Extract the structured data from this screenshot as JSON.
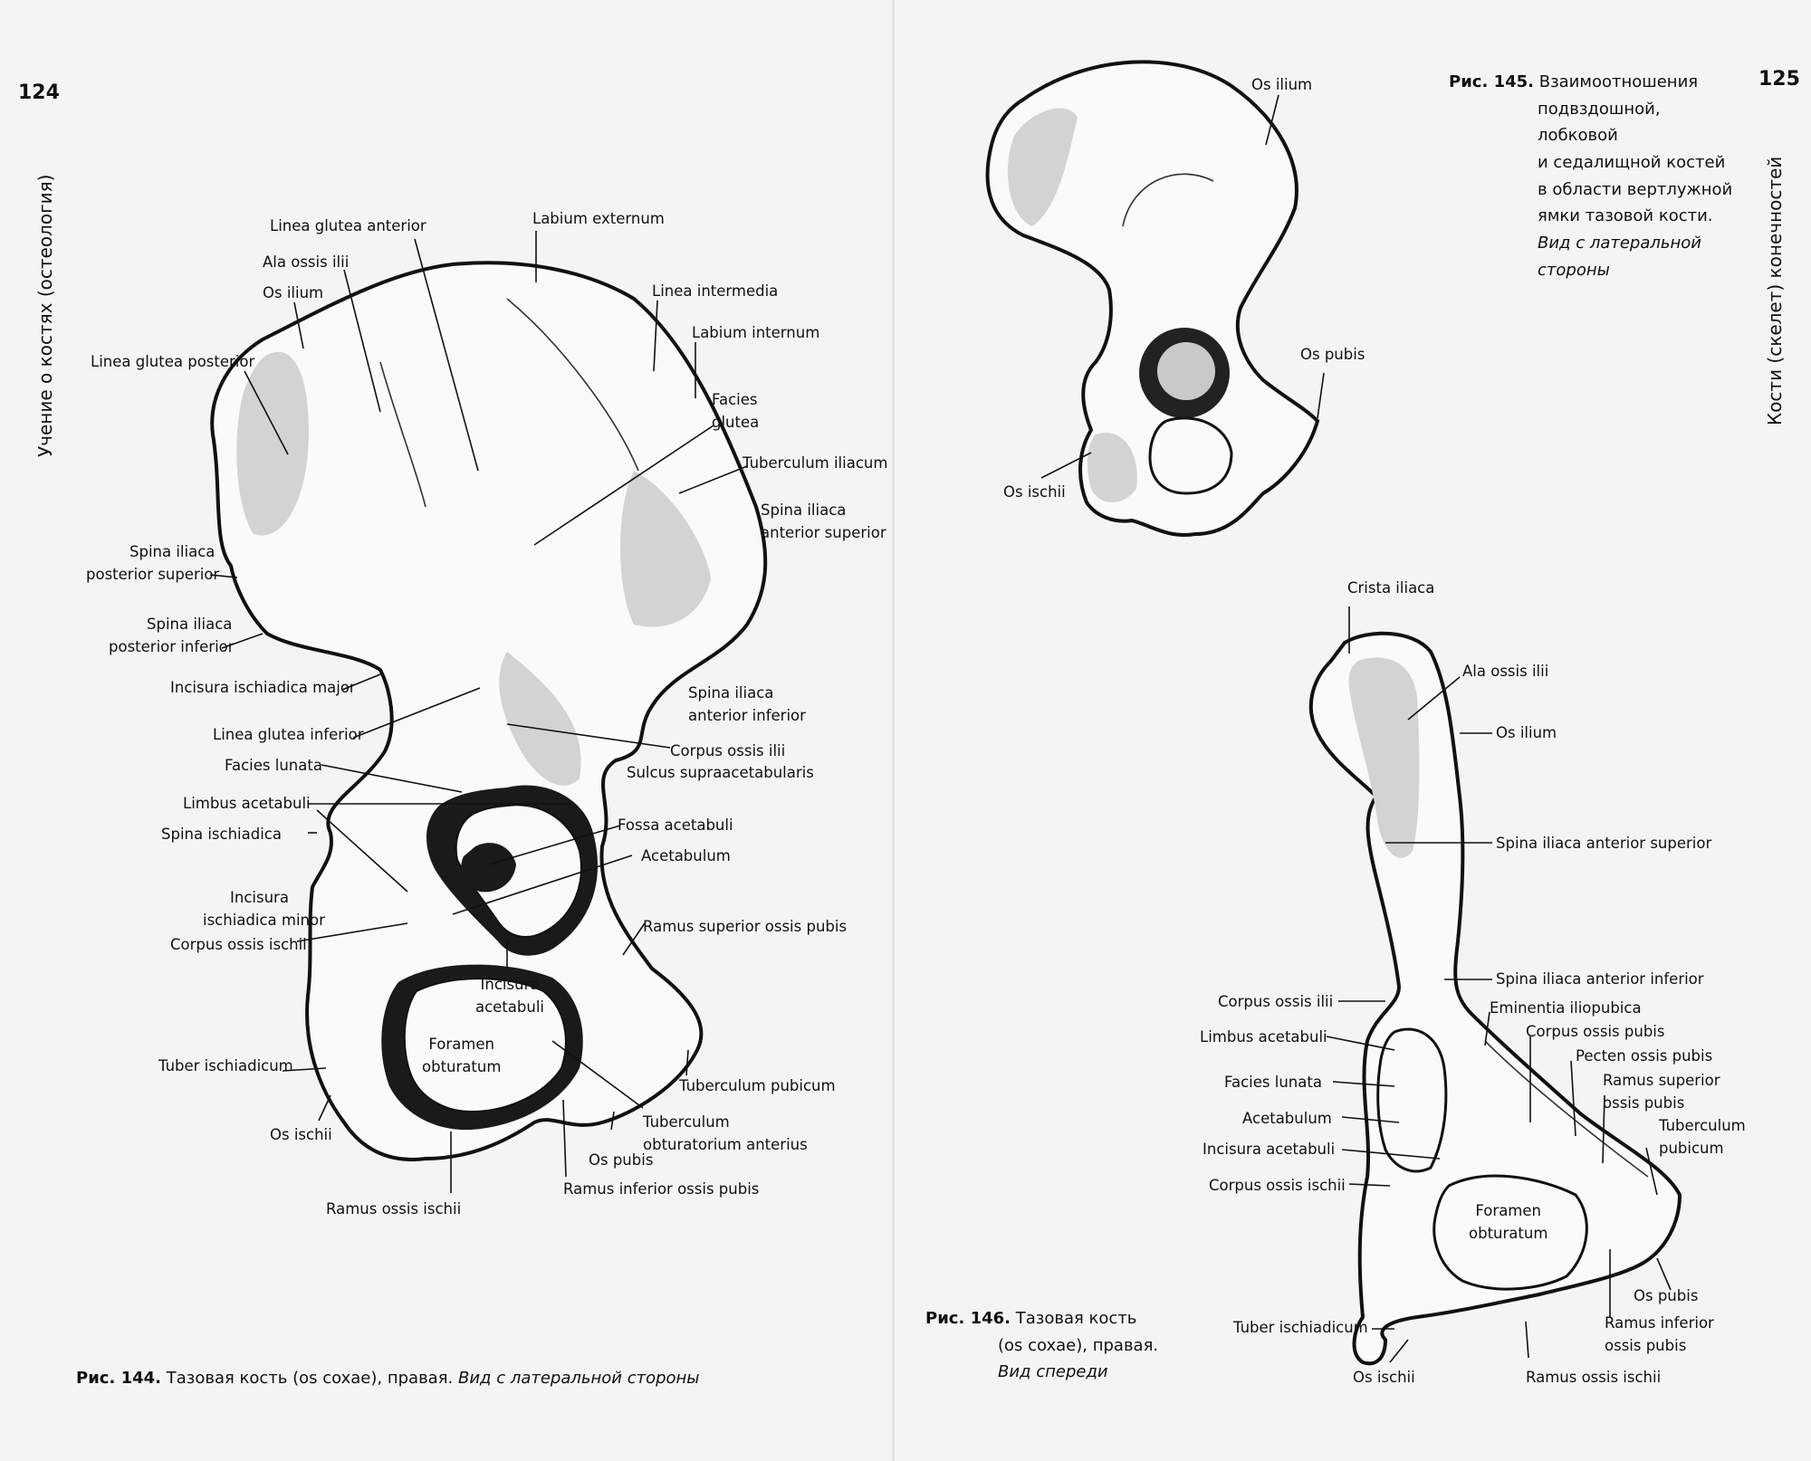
{
  "pages": {
    "left_number": "124",
    "right_number": "125",
    "left_running_head": "Учение о костях (остеология)",
    "right_running_head": "Кости (скелет) конечностей"
  },
  "fig144": {
    "caption_number": "Рис. 144.",
    "caption_text": "Тазовая кость (os coxae), правая.",
    "caption_view": "Вид с латеральной стороны",
    "labels": [
      "Linea glutea anterior",
      "Labium externum",
      "Ala ossis ilii",
      "Os ilium",
      "Linea intermedia",
      "Labium internum",
      "Linea glutea posterior",
      "Facies",
      "glutea",
      "Tuberculum iliacum",
      "Spina iliaca",
      "anterior superior",
      "Spina iliaca",
      "posterior superior",
      "Spina iliaca",
      "posterior inferior",
      "Incisura ischiadica major",
      "Spina iliaca",
      "anterior inferior",
      "Linea glutea inferior",
      "Corpus ossis ilii",
      "Facies lunata",
      "Sulcus supraacetabularis",
      "Limbus acetabuli",
      "Fossa acetabuli",
      "Spina ischiadica",
      "Acetabulum",
      "Incisura",
      "ischiadica minor",
      "Ramus superior ossis pubis",
      "Corpus ossis ischii",
      "Incisura",
      "acetabuli",
      "Foramen",
      "obturatum",
      "Tuber ischiadicum",
      "Tuberculum pubicum",
      "Tuberculum",
      "obturatorium anterius",
      "Os ischii",
      "Os pubis",
      "Ramus inferior ossis pubis",
      "Ramus ossis ischii"
    ]
  },
  "fig145": {
    "caption_number": "Рис. 145.",
    "caption_lines": [
      "Взаимоотношения",
      "подвздошной,",
      "лобковой",
      "и седалищной костей",
      "в области вертлужной",
      "ямки тазовой кости."
    ],
    "caption_view_lines": [
      "Вид с латеральной",
      "стороны"
    ],
    "labels": [
      "Os ilium",
      "Os pubis",
      "Os ischii"
    ]
  },
  "fig146": {
    "caption_number": "Рис. 146.",
    "caption_text_1": "Тазовая кость",
    "caption_text_2": "(os coxae), правая.",
    "caption_view": "Вид спереди",
    "labels": [
      "Crista iliaca",
      "Ala ossis ilii",
      "Os ilium",
      "Spina iliaca anterior superior",
      "Spina iliaca anterior inferior",
      "Corpus ossis ilii",
      "Eminentia iliopubica",
      "Limbus acetabuli",
      "Corpus ossis pubis",
      "Pecten ossis pubis",
      "Ramus superior",
      "ossis pubis",
      "Facies lunata",
      "Tuberculum",
      "pubicum",
      "Acetabulum",
      "Incisura acetabuli",
      "Corpus ossis ischii",
      "Foramen",
      "obturatum",
      "Os pubis",
      "Ramus inferior",
      "ossis pubis",
      "Tuber ischiadicum",
      "Os ischii",
      "Ramus ossis ischii"
    ]
  }
}
